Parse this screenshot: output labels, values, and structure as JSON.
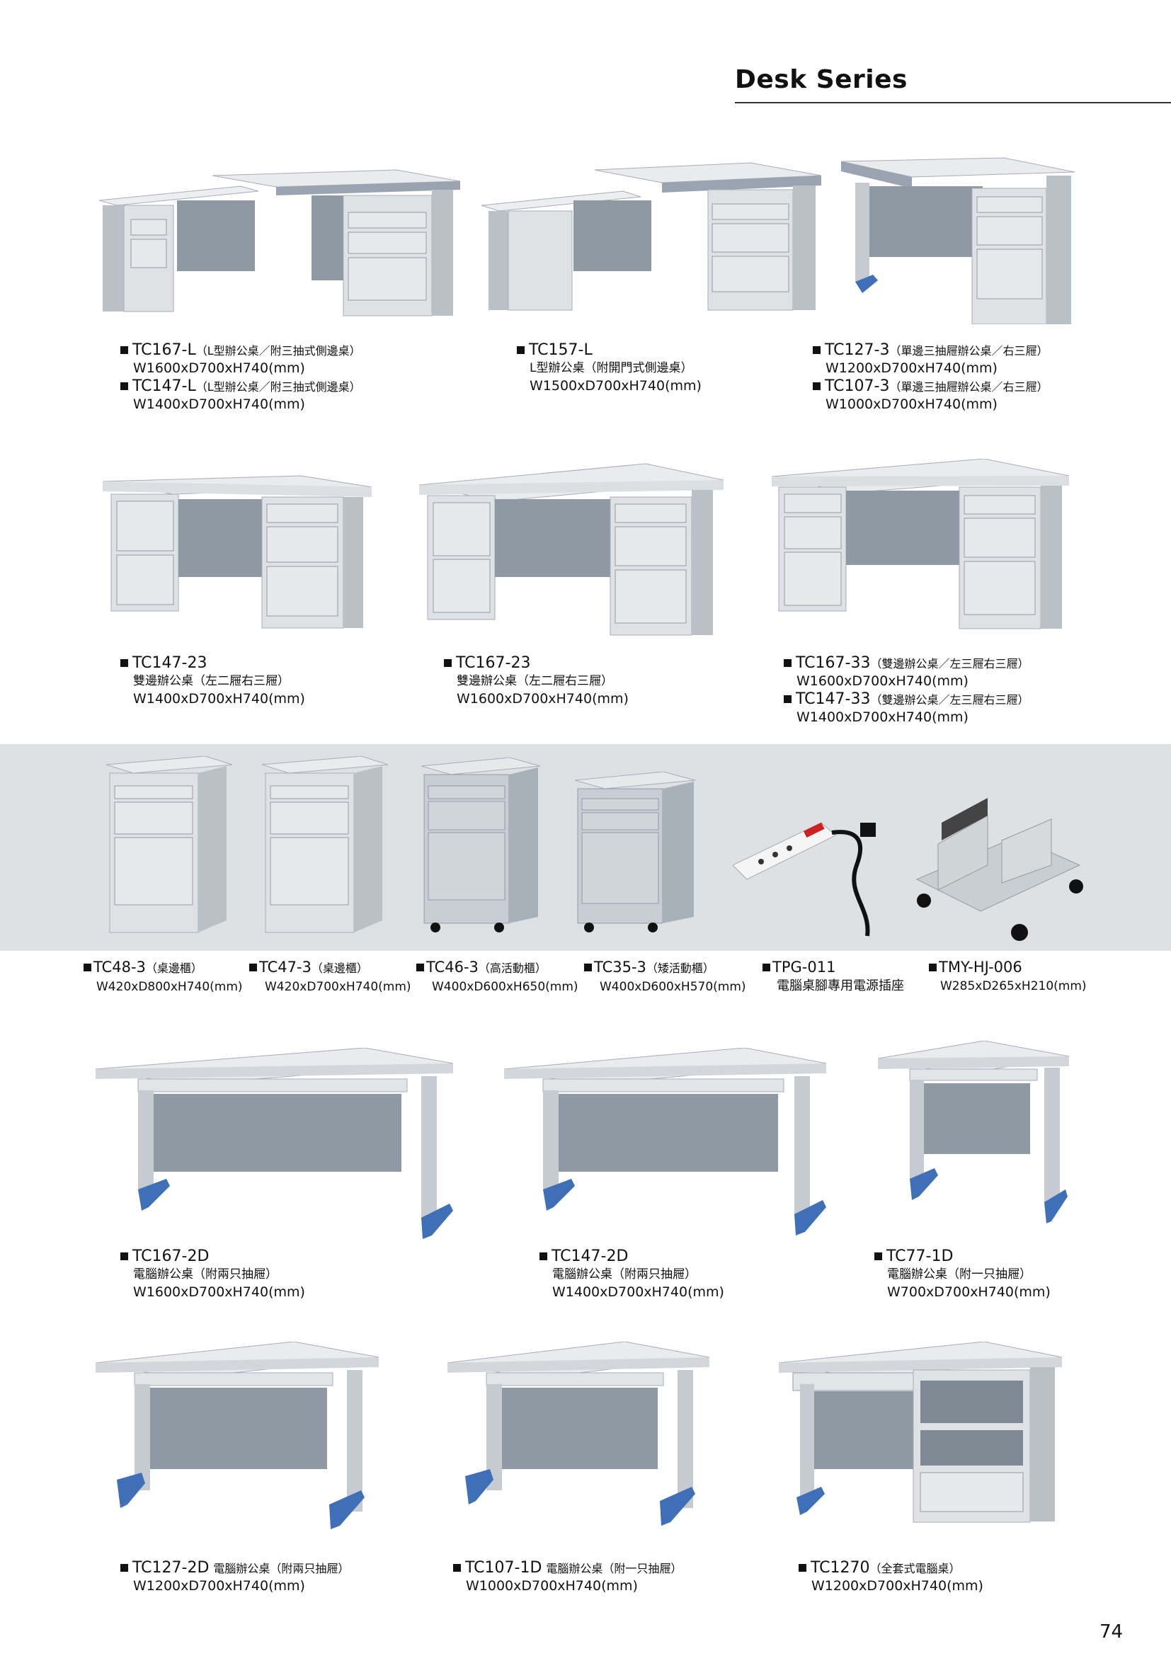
{
  "header": {
    "title": "Desk Series"
  },
  "page_number": "74",
  "row1": [
    {
      "lines": [
        {
          "model": "TC167-L",
          "desc": "（L型辦公桌／附三抽式側邊桌）"
        },
        {
          "dim": "W1600xD700xH740(mm)"
        },
        {
          "model": "TC147-L",
          "desc": "（L型辦公桌／附三抽式側邊桌）"
        },
        {
          "dim": "W1400xD700xH740(mm)"
        }
      ]
    },
    {
      "lines": [
        {
          "model": "TC157-L"
        },
        {
          "sub": "L型辦公桌（附開門式側邊桌）"
        },
        {
          "dim": "W1500xD700xH740(mm)"
        }
      ]
    },
    {
      "lines": [
        {
          "model": "TC127-3",
          "desc": "（單邊三抽屜辦公桌／右三屜）"
        },
        {
          "dim": "W1200xD700xH740(mm)"
        },
        {
          "model": "TC107-3",
          "desc": "（單邊三抽屜辦公桌／右三屜）"
        },
        {
          "dim": "W1000xD700xH740(mm)"
        }
      ]
    }
  ],
  "row2": [
    {
      "model": "TC147-23",
      "sub": "雙邊辦公桌（左二屜右三屜）",
      "dim": "W1400xD700xH740(mm)"
    },
    {
      "model": "TC167-23",
      "sub": "雙邊辦公桌（左二屜右三屜）",
      "dim": "W1600xD700xH740(mm)"
    },
    {
      "model1": "TC167-33",
      "desc1": "（雙邊辦公桌／左三屜右三屜）",
      "dim1": "W1600xD700xH740(mm)",
      "model2": "TC147-33",
      "desc2": "（雙邊辦公桌／左三屜右三屜）",
      "dim2": "W1400xD700xH740(mm)"
    }
  ],
  "band": [
    {
      "model": "TC48-3",
      "desc": "（桌邊櫃）",
      "dim": "W420xD800xH740(mm)"
    },
    {
      "model": "TC47-3",
      "desc": "（桌邊櫃）",
      "dim": "W420xD700xH740(mm)"
    },
    {
      "model": "TC46-3",
      "desc": "（高活動櫃）",
      "dim": "W400xD600xH650(mm)"
    },
    {
      "model": "TC35-3",
      "desc": "（矮活動櫃）",
      "dim": "W400xD600xH570(mm)"
    },
    {
      "model": "TPG-011",
      "desc": "",
      "dim": "電腦桌腳專用電源插座"
    },
    {
      "model": "TMY-HJ-006",
      "desc": "",
      "dim": "W285xD265xH210(mm)"
    }
  ],
  "row4": [
    {
      "model": "TC167-2D",
      "sub": "電腦辦公桌（附兩只抽屜）",
      "dim": "W1600xD700xH740(mm)"
    },
    {
      "model": "TC147-2D",
      "sub": "電腦辦公桌（附兩只抽屜）",
      "dim": "W1400xD700xH740(mm)"
    },
    {
      "model": "TC77-1D",
      "sub": "電腦辦公桌（附一只抽屜）",
      "dim": "W700xD700xH740(mm)"
    }
  ],
  "row5": [
    {
      "model": "TC127-2D",
      "desc": "電腦辦公桌（附兩只抽屜）",
      "dim": "W1200xD700xH740(mm)"
    },
    {
      "model": "TC107-1D",
      "desc": "電腦辦公桌（附一只抽屜）",
      "dim": "W1000xD700xH740(mm)"
    },
    {
      "model": "TC1270",
      "desc": "（全套式電腦桌）",
      "dim": "W1200xD700xH740(mm)"
    }
  ]
}
